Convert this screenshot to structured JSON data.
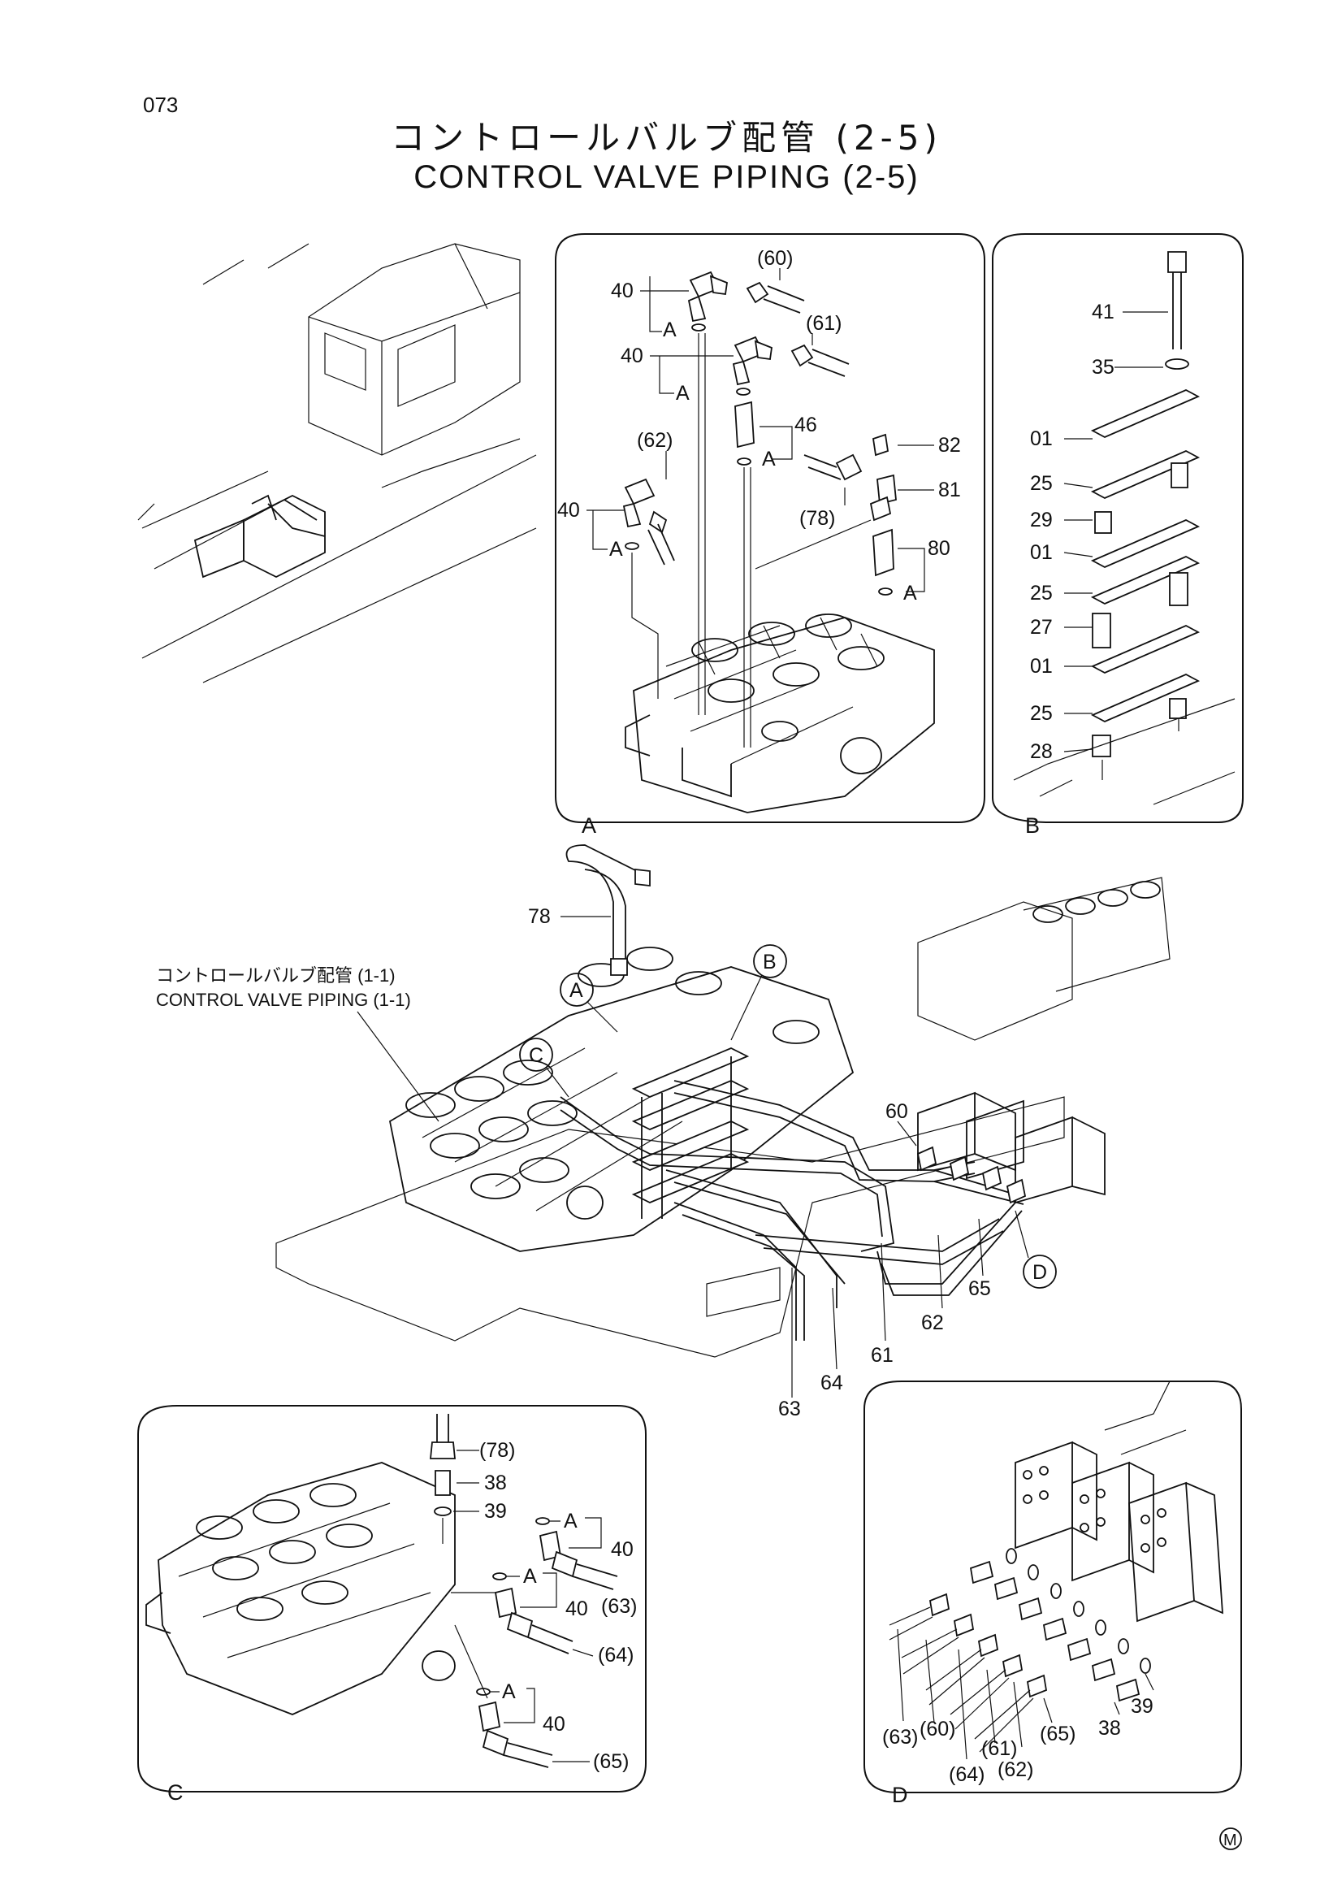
{
  "page_number": "073",
  "title_jp": "コントロールバルブ配管 (2-5)",
  "title_en": "CONTROL VALVE PIPING (2-5)",
  "reference": {
    "jp": "コントロールバルブ配管 (1-1)",
    "en": "CONTROL VALVE PIPING (1-1)"
  },
  "detail_letters": {
    "a": "A",
    "b": "B",
    "c": "C",
    "d": "D"
  },
  "corner_mark": "M",
  "panel_a_labels": {
    "p40a": "40",
    "p40b": "40",
    "p40c": "40",
    "pA1": "A",
    "pA2": "A",
    "pA3": "A",
    "pA4": "A",
    "pA5": "A",
    "p60": "(60)",
    "p61": "(61)",
    "p62": "(62)",
    "p46": "46",
    "p82": "82",
    "p81": "81",
    "p78": "(78)",
    "p80": "80"
  },
  "panel_b_labels": {
    "p41": "41",
    "p35": "35",
    "p01a": "01",
    "p25a": "25",
    "p29": "29",
    "p01b": "01",
    "p25b": "25",
    "p27": "27",
    "p01c": "01",
    "p25c": "25",
    "p28": "28"
  },
  "main_labels": {
    "p78": "78",
    "p60": "60",
    "p65": "65",
    "p62": "62",
    "p61": "61",
    "p64": "64",
    "p63": "63"
  },
  "panel_c_labels": {
    "p78": "(78)",
    "p38": "38",
    "p39": "39",
    "p40a": "40",
    "p40b": "40",
    "p40c": "40",
    "pA1": "A",
    "pA2": "A",
    "pA3": "A",
    "p63": "(63)",
    "p64": "(64)",
    "p65": "(65)"
  },
  "panel_d_labels": {
    "p63": "(63)",
    "p60": "(60)",
    "p61": "(61)",
    "p64": "(64)",
    "p62": "(62)",
    "p65": "(65)",
    "p38": "38",
    "p39": "39"
  }
}
